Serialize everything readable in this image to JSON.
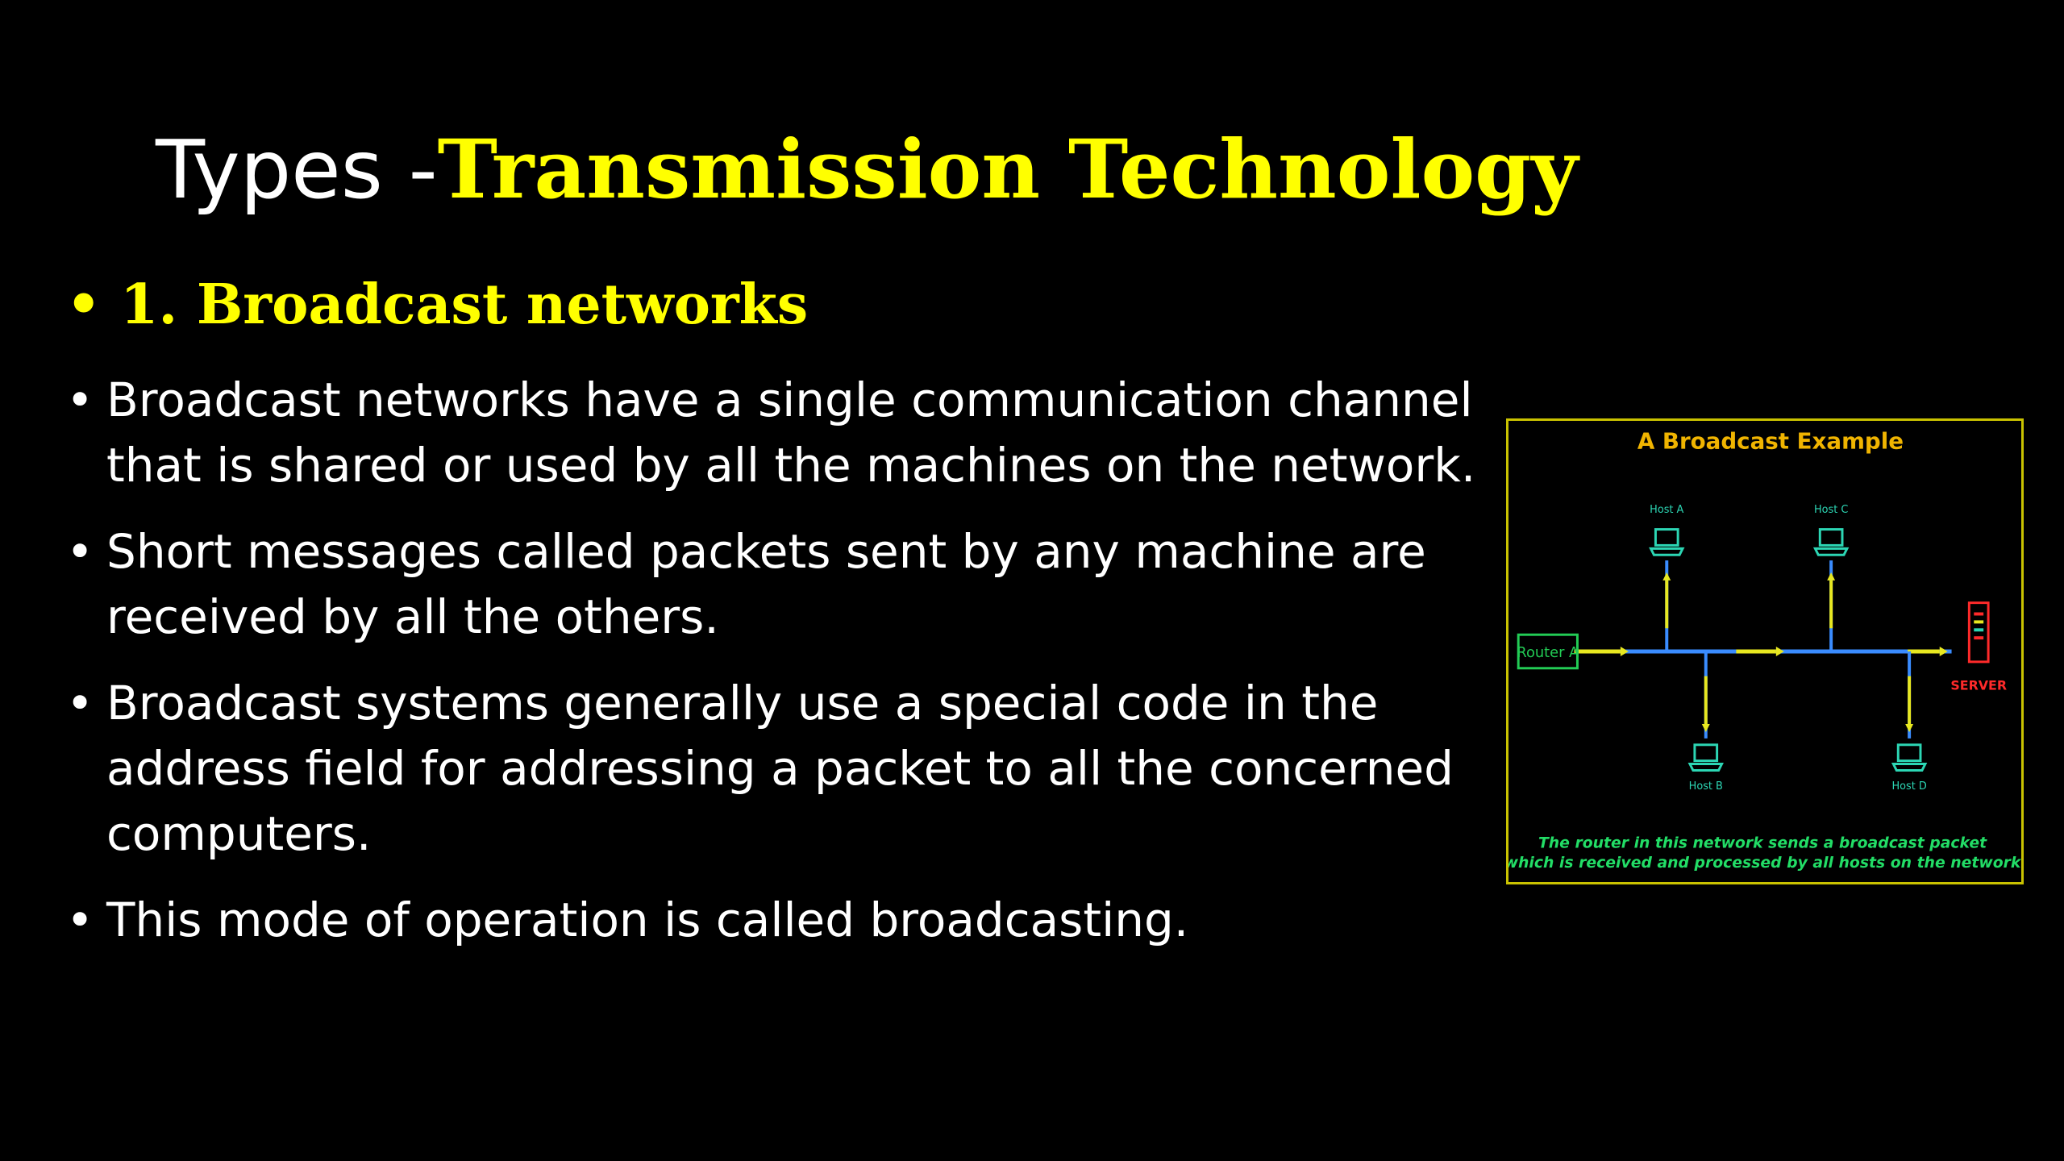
{
  "slide": {
    "title_plain": "Types -",
    "title_highlight": "Transmission Technology",
    "heading": "1. Broadcast networks",
    "bullets": [
      "Broadcast networks have a single communication channel that is shared or used by all the machines on the network.",
      "Short messages called packets sent by any machine are received by all the others.",
      "Broadcast systems generally use a special code in the address field for addressing a packet to all the concerned computers.",
      "This mode of operation is called broadcasting."
    ],
    "bullet_glyph": "•"
  },
  "figure": {
    "title": "A Broadcast Example",
    "router_label": "Router A",
    "server_label": "SERVER",
    "hosts": {
      "a": "Host A",
      "b": "Host B",
      "c": "Host C",
      "d": "Host D"
    },
    "caption_line1": "The router in this network sends a broadcast packet",
    "caption_line2": "which is received and processed by all hosts on the network",
    "colors": {
      "border": "#c9c200",
      "bus": "#3a8cff",
      "packet": "#e8e820",
      "host": "#2cd6b4",
      "router": "#22cc55",
      "server": "#ff2a2a",
      "title": "#f0b400"
    }
  }
}
